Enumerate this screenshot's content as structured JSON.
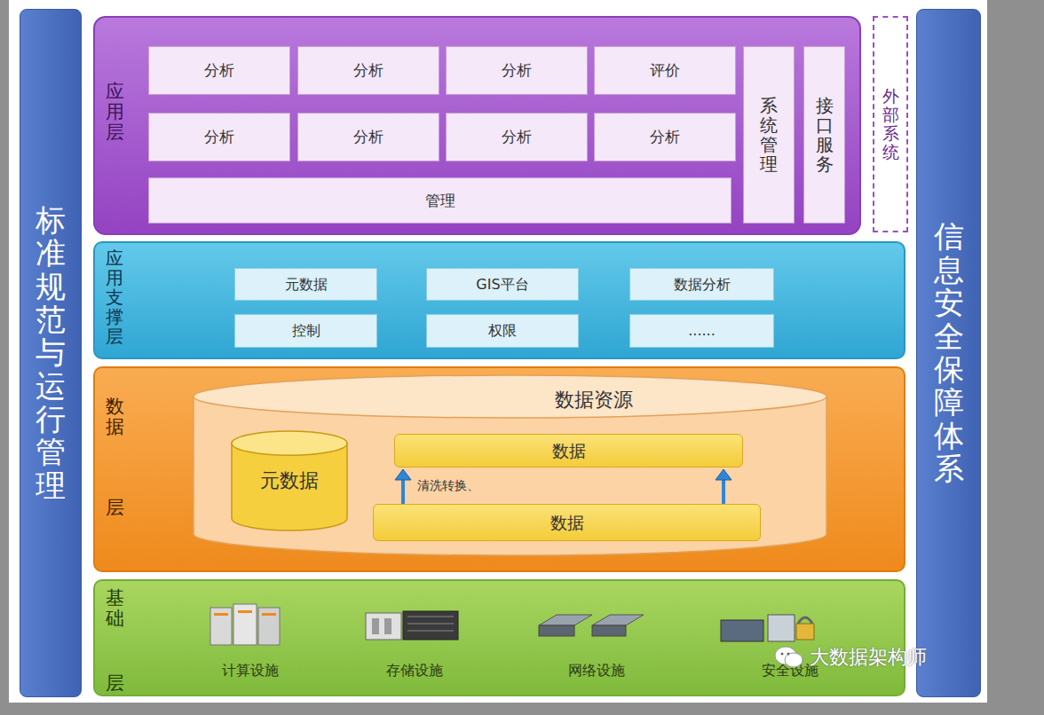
{
  "diagram": {
    "nodes": [
      {
        "text": [
          "标准规范与运行管理"
        ]
      },
      {
        "text": [
          "应用层"
        ]
      },
      {
        "text": [
          "分析"
        ],
        "in": 1
      },
      {
        "text": [
          "分析"
        ],
        "in": 1
      },
      {
        "text": [
          "分析"
        ],
        "in": 1
      },
      {
        "text": [
          "评价"
        ],
        "in": 1
      },
      {
        "text": [
          "分析"
        ],
        "in": 1
      },
      {
        "text": [
          "分析"
        ],
        "in": 1
      },
      {
        "text": [
          "分析"
        ],
        "in": 1
      },
      {
        "text": [
          "分析"
        ],
        "in": 1
      },
      {
        "text": [
          "管理"
        ],
        "in": 1
      },
      {
        "text": [
          "系统管理"
        ],
        "in": 1
      },
      {
        "text": [
          "接口服务"
        ],
        "in": 1
      },
      {
        "text": [
          "外部系统"
        ]
      },
      {
        "text": [
          "应用支撑层"
        ]
      },
      {
        "text": [
          "元数据"
        ],
        "in": 14
      },
      {
        "text": [
          "GIS平台"
        ],
        "in": 14
      },
      {
        "text": [
          "数据分析"
        ],
        "in": 14
      },
      {
        "text": [
          "控制"
        ],
        "in": 14
      },
      {
        "text": [
          "权限"
        ],
        "in": 14
      },
      {
        "text": [
          "......"
        ],
        "in": 14
      },
      {
        "text": [
          "数据",
          "层"
        ]
      },
      {
        "text": [
          "数据资源"
        ],
        "in": 21
      },
      {
        "text": [
          "元数据"
        ],
        "in": 22
      },
      {
        "text": [
          "数据"
        ],
        "in": 22
      },
      {
        "text": [
          "数据"
        ],
        "in": 22
      },
      {
        "text": [
          "基础",
          "层"
        ]
      },
      {
        "text": [
          "信息安全保障体系"
        ]
      }
    ],
    "edges": [
      {
        "from": 25,
        "to": 24,
        "arrow": "to",
        "label": "清洗转换、"
      }
    ],
    "labels": [
      "计算设施",
      "存储设施",
      "网络设施",
      "安全设施",
      "大数据架构师"
    ]
  }
}
